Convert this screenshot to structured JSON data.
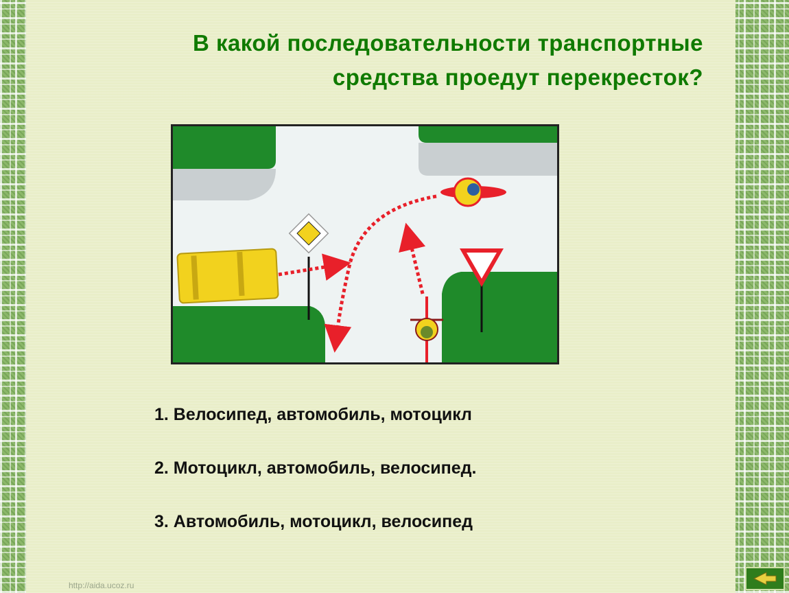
{
  "slide": {
    "title_line1": "В какой последовательности транспортные",
    "title_line2": "средства проедут перекресток?",
    "answers": [
      {
        "label": "1.  Велосипед, автомобиль, мотоцикл"
      },
      {
        "label": "2.  Мотоцикл, автомобиль, велосипед."
      },
      {
        "label": "3.  Автомобиль, мотоцикл, велосипед"
      }
    ],
    "footer_url": "http://aida.ucoz.ru",
    "nav_icon": "back-arrow-icon"
  },
  "diagram": {
    "signs": [
      "main-road-sign",
      "give-way-sign"
    ],
    "vehicles": [
      "car",
      "motorcycle",
      "bicycle"
    ]
  },
  "colors": {
    "title": "#0f7a00",
    "grass": "#1f8a2a",
    "road": "#eef3f3",
    "arrow": "#e8202a",
    "car": "#f2d21e"
  }
}
